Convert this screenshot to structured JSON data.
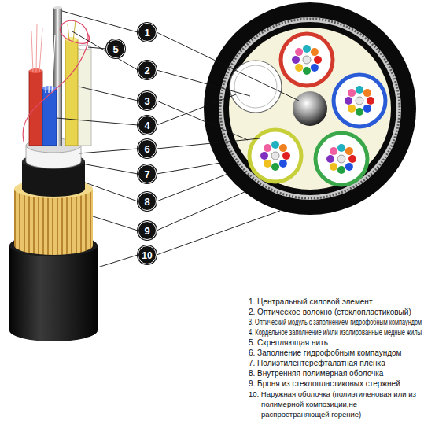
{
  "diagram": {
    "labels": [
      "1",
      "5",
      "2",
      "3",
      "4",
      "6",
      "7",
      "8",
      "9",
      "10",
      "1. Центральный силовой элемент",
      "2. Оптическое волокно (стеклопластиковый)",
      "3. Оптический модуль с заполнением гидрофобным компаундом",
      "4. Кордельное заполнение и/или изолированные медные жилы",
      "5. Скрепляющая нить",
      "6. Заполнение гидрофобным компаундом",
      "7. Полиэтилентерефталатная пленка",
      "8. Внутренняя полимерная оболочка",
      "9. Броня из стеклопластиковых стержней",
      "10. Наружная оболочка (полиэтиленовая или из полимерной композиции,не распространяющей горение)"
    ]
  }
}
